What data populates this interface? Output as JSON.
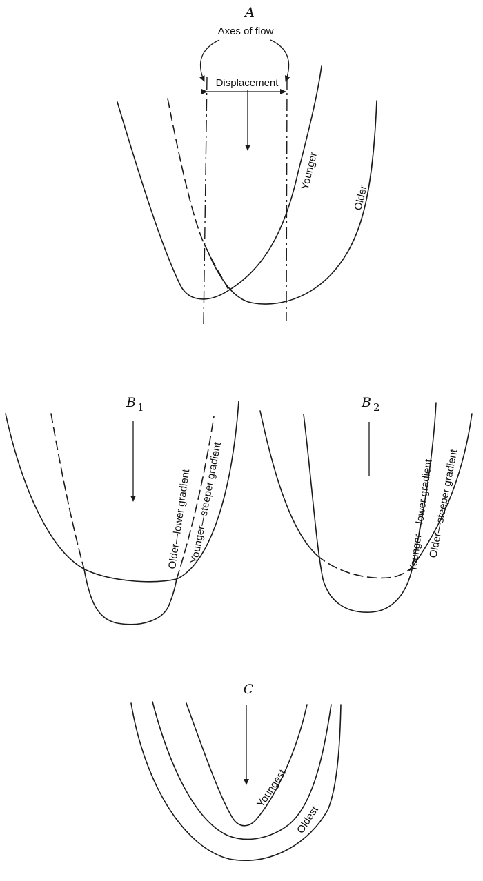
{
  "panels": {
    "a": {
      "letter": "A",
      "axes_label": "Axes of flow",
      "displacement_label": "Displacement",
      "curve_younger": "Younger",
      "curve_older": "Older"
    },
    "b1": {
      "letter": "B",
      "subscript": "1",
      "curve_older": "Older—lower gradient",
      "curve_younger": "Younger—steeper gradient"
    },
    "b2": {
      "letter": "B",
      "subscript": "2",
      "curve_younger": "Younger—lower gradient",
      "curve_older": "Older—steeper gradient"
    },
    "c": {
      "letter": "C",
      "curve_youngest": "Youngest",
      "curve_oldest": "Oldest"
    }
  }
}
